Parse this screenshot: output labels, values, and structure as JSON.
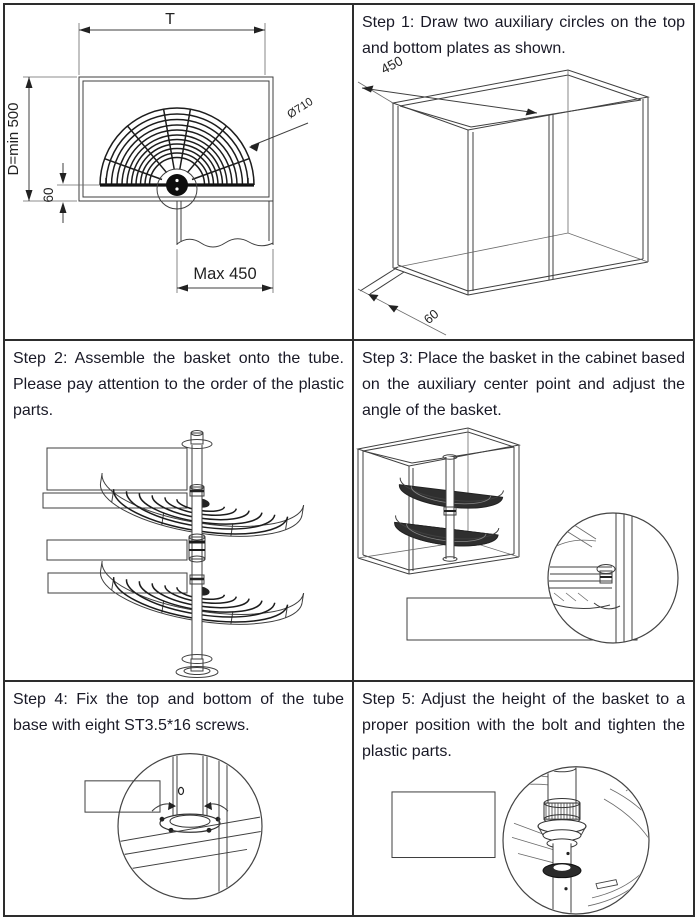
{
  "page": {
    "background": "#ffffff",
    "border_color": "#2d2d2d",
    "line_color": "#3f3f3f",
    "text_color": "#191926"
  },
  "panels": {
    "plan": {
      "dim_width": "T",
      "dim_depth": "D=min 500",
      "dim_center_offset": "60",
      "dim_opening": "Max 450",
      "dim_diameter": "Ø710"
    },
    "step1": {
      "text": "Step 1: Draw two auxiliary circles on the top and bottom plates as shown.",
      "dim_depth": "450",
      "dim_offset": "60"
    },
    "step2": {
      "text": "Step 2: Assemble the basket onto the tube. Please pay attention to the order of the plastic parts."
    },
    "step3": {
      "text": "Step 3: Place the basket in the cabinet based on the auxiliary center point and adjust the angle of the basket."
    },
    "step4": {
      "text": "Step 4: Fix the top and bottom of the tube base with eight ST3.5*16 screws."
    },
    "step5": {
      "text": "Step 5: Adjust the height of the basket to a proper position with the bolt and tighten the plastic parts."
    }
  }
}
